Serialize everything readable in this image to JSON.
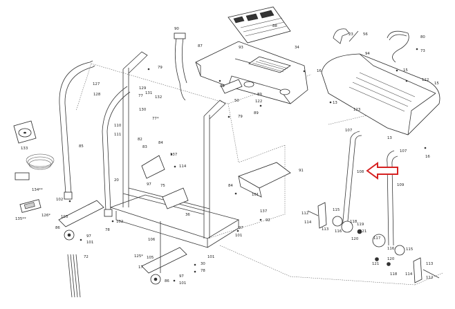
{
  "diagram": {
    "callouts": [
      {
        "id": "c90",
        "text": "90"
      },
      {
        "id": "c88",
        "text": "88"
      },
      {
        "id": "c34",
        "text": "34"
      },
      {
        "id": "c87",
        "text": "87"
      },
      {
        "id": "c93",
        "text": "93"
      },
      {
        "id": "c23",
        "text": "23"
      },
      {
        "id": "c56",
        "text": "56"
      },
      {
        "id": "c80",
        "text": "80"
      },
      {
        "id": "c73",
        "text": "73"
      },
      {
        "id": "c94",
        "text": "94"
      },
      {
        "id": "c79a",
        "text": "79"
      },
      {
        "id": "c15a",
        "text": "15"
      },
      {
        "id": "c16a",
        "text": "16"
      },
      {
        "id": "c122a",
        "text": "122"
      },
      {
        "id": "c15b",
        "text": "15"
      },
      {
        "id": "c127",
        "text": "127"
      },
      {
        "id": "c128",
        "text": "128"
      },
      {
        "id": "c129",
        "text": "129"
      },
      {
        "id": "c131",
        "text": "131"
      },
      {
        "id": "c132",
        "text": "132"
      },
      {
        "id": "c130",
        "text": "130"
      },
      {
        "id": "c77",
        "text": "77"
      },
      {
        "id": "c77s",
        "text": "77*"
      },
      {
        "id": "c50",
        "text": "50"
      },
      {
        "id": "c89a",
        "text": "89"
      },
      {
        "id": "c89b",
        "text": "89"
      },
      {
        "id": "c122b",
        "text": "122"
      },
      {
        "id": "c79b",
        "text": "79"
      },
      {
        "id": "c89c",
        "text": "89"
      },
      {
        "id": "c13a",
        "text": "13"
      },
      {
        "id": "c123",
        "text": "123"
      },
      {
        "id": "c107a",
        "text": "107"
      },
      {
        "id": "c13b",
        "text": "13"
      },
      {
        "id": "c107b",
        "text": "107"
      },
      {
        "id": "c16b",
        "text": "16"
      },
      {
        "id": "c133",
        "text": "133"
      },
      {
        "id": "c85",
        "text": "85"
      },
      {
        "id": "c110",
        "text": "110"
      },
      {
        "id": "c111",
        "text": "111"
      },
      {
        "id": "c82",
        "text": "82"
      },
      {
        "id": "c83",
        "text": "83"
      },
      {
        "id": "c84",
        "text": "84"
      },
      {
        "id": "c137a",
        "text": "137"
      },
      {
        "id": "c114a",
        "text": "114"
      },
      {
        "id": "c91",
        "text": "91"
      },
      {
        "id": "c108",
        "text": "108"
      },
      {
        "id": "c109",
        "text": "109"
      },
      {
        "id": "c134",
        "text": "134**"
      },
      {
        "id": "c20",
        "text": "20"
      },
      {
        "id": "c97a",
        "text": "97"
      },
      {
        "id": "c75",
        "text": "75"
      },
      {
        "id": "c84b",
        "text": "84"
      },
      {
        "id": "c135",
        "text": "135**"
      },
      {
        "id": "c102a",
        "text": "102"
      },
      {
        "id": "c126a",
        "text": "126*"
      },
      {
        "id": "c103",
        "text": "103"
      },
      {
        "id": "c86a",
        "text": "86"
      },
      {
        "id": "c78a",
        "text": "78"
      },
      {
        "id": "c97b",
        "text": "97"
      },
      {
        "id": "c101a",
        "text": "101"
      },
      {
        "id": "c102b",
        "text": "102"
      },
      {
        "id": "c36",
        "text": "36"
      },
      {
        "id": "c97c",
        "text": "97"
      },
      {
        "id": "c101b",
        "text": "101"
      },
      {
        "id": "c101c",
        "text": "101"
      },
      {
        "id": "c137b",
        "text": "137"
      },
      {
        "id": "c92",
        "text": "92"
      },
      {
        "id": "c112a",
        "text": "112"
      },
      {
        "id": "c114b",
        "text": "114"
      },
      {
        "id": "c115a",
        "text": "115"
      },
      {
        "id": "c113a",
        "text": "113"
      },
      {
        "id": "c116a",
        "text": "116"
      },
      {
        "id": "c118",
        "text": "118"
      },
      {
        "id": "c119",
        "text": "119"
      },
      {
        "id": "c121",
        "text": "121"
      },
      {
        "id": "c120",
        "text": "120"
      },
      {
        "id": "c117",
        "text": "117"
      },
      {
        "id": "c106",
        "text": "106"
      },
      {
        "id": "c72",
        "text": "72"
      },
      {
        "id": "c125",
        "text": "125*"
      },
      {
        "id": "c17",
        "text": "17"
      },
      {
        "id": "c97d",
        "text": "97"
      },
      {
        "id": "c101d",
        "text": "101"
      },
      {
        "id": "c86b",
        "text": "86"
      },
      {
        "id": "c30",
        "text": "30"
      },
      {
        "id": "c78b",
        "text": "78"
      },
      {
        "id": "c105",
        "text": "105"
      },
      {
        "id": "c101e",
        "text": "101"
      },
      {
        "id": "c115b",
        "text": "115"
      },
      {
        "id": "c116b",
        "text": "116"
      },
      {
        "id": "c120b",
        "text": "120"
      },
      {
        "id": "c113b",
        "text": "113"
      },
      {
        "id": "c112b",
        "text": "112"
      },
      {
        "id": "c114c",
        "text": "114"
      },
      {
        "id": "c121b",
        "text": "121"
      },
      {
        "id": "c118b",
        "text": "118"
      }
    ],
    "arrow_color": "#d62020",
    "line_color": "#333333"
  }
}
